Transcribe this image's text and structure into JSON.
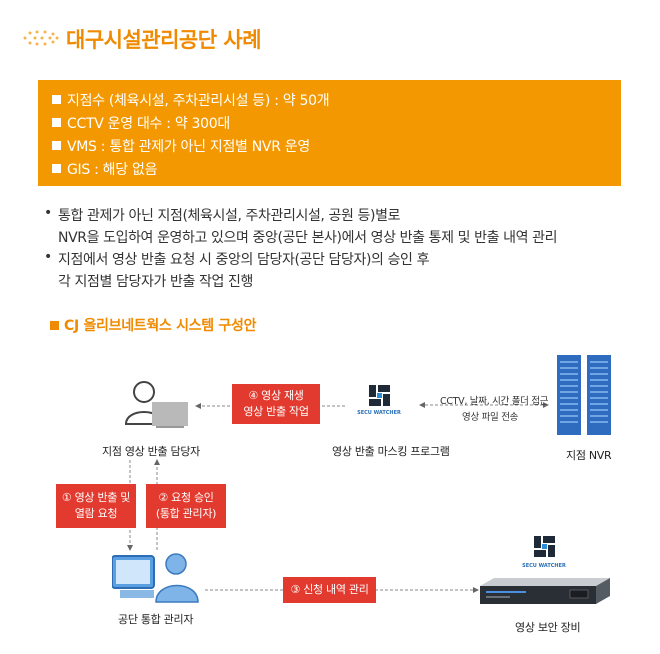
{
  "title": "대구시설관리공단 사례",
  "summary": [
    "지점수 (체육시설, 주차관리시설 등) : 약 50개",
    "CCTV 운영 대수 : 약 300대",
    "VMS : 통합 관제가 아닌 지점별 NVR 운영",
    "GIS : 해당 없음"
  ],
  "bullets": [
    {
      "line1": "통합 관제가 아닌 지점(체육시설, 주차관리시설, 공원 등)별로",
      "line2": "NVR을 도입하여 운영하고 있으며 중앙(공단 본사)에서 영상 반출 통제 및 반출 내역 관리"
    },
    {
      "line1": "지점에서 영상 반출 요청 시 중앙의 담당자(공단 담당자)의 승인 후",
      "line2": "각 지점별 담당자가 반출 작업 진행"
    }
  ],
  "section_title": "CJ 올리브네트웍스 시스템 구성안",
  "diagram": {
    "nodes": {
      "branch_manager": "지점 영상 반출 담당자",
      "masking_program": "영상 반출 마스킹 프로그램",
      "branch_nvr": "지점 NVR",
      "hq_manager": "공단 통합 관리자",
      "security_device": "영상 보안 장비"
    },
    "logo_text": "SECU WATCHER",
    "nvr_note_1": "CCTV, 날짜, 시간 폴더 접근",
    "nvr_note_2": "영상 파일 전송",
    "steps": {
      "s1_line1": "① 영상 반출 및",
      "s1_line2": "열람 요청",
      "s2_line1": "② 요청 승인",
      "s2_line2": "(통합 관리자)",
      "s3": "③ 신청 내역 관리",
      "s4_line1": "④ 영상 재생",
      "s4_line2": "영상 반출 작업"
    }
  },
  "colors": {
    "accent": "#f39800",
    "title": "#f08a00",
    "step": "#e23a2e",
    "server": "#3a78c8"
  }
}
